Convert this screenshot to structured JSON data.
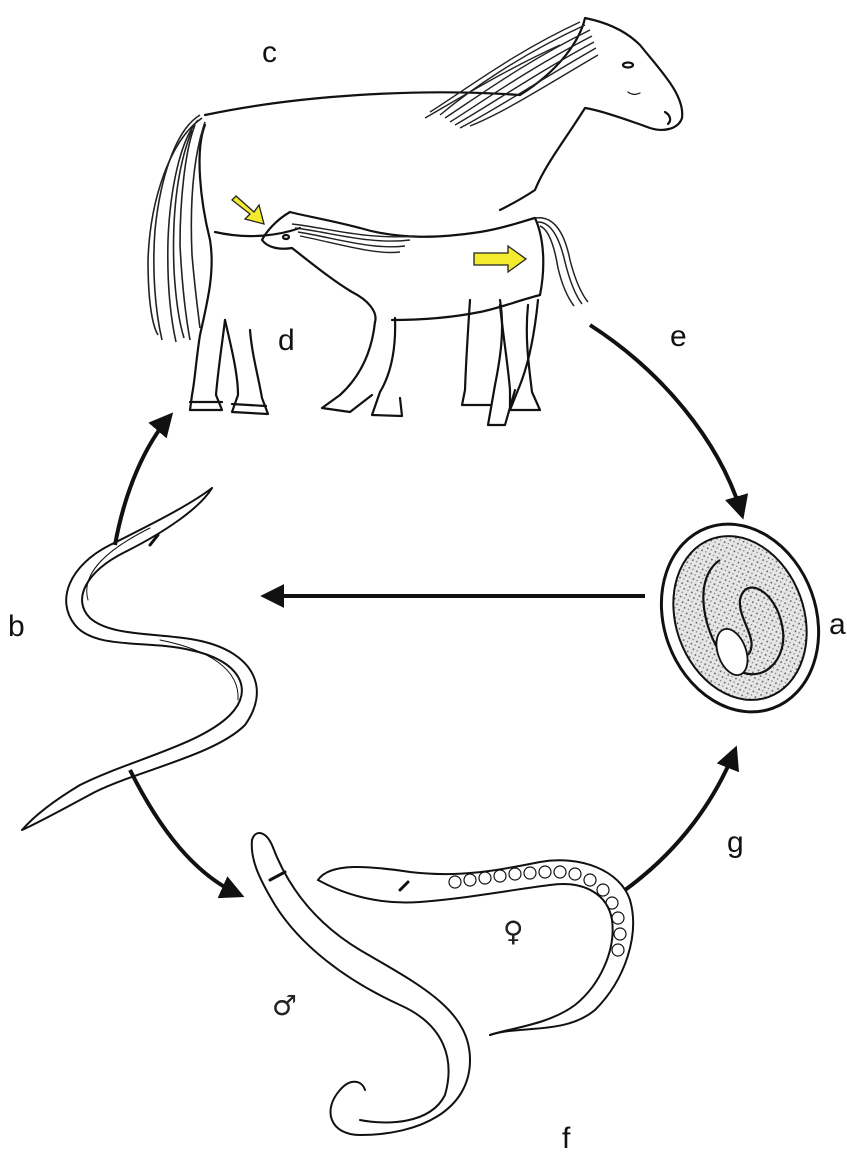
{
  "labels": {
    "a": "a",
    "b": "b",
    "c": "c",
    "d": "d",
    "e": "e",
    "f": "f",
    "g": "g"
  },
  "symbols": {
    "male": "♂",
    "female": "♀"
  },
  "colors": {
    "ink": "#111111",
    "highlight_arrow": "#f3ec2e",
    "egg_fill": "#dcdcdc"
  }
}
